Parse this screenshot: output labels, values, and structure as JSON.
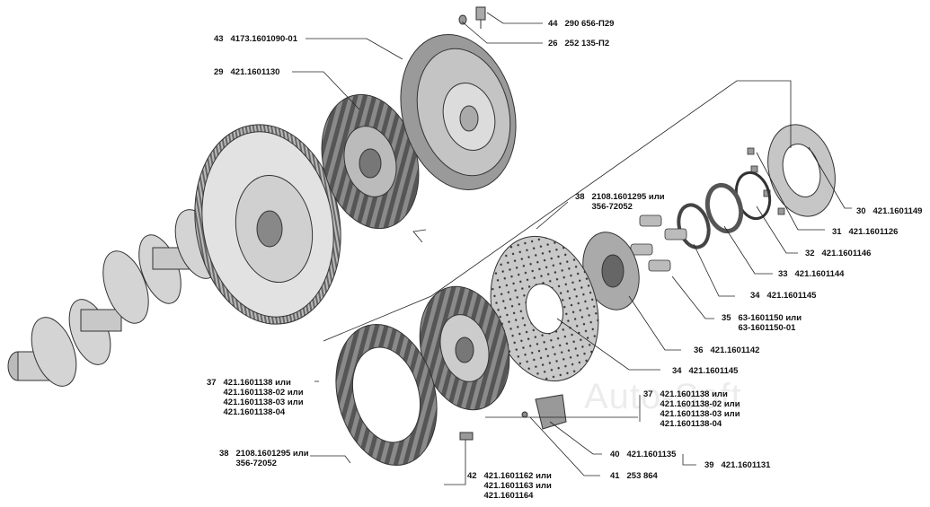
{
  "watermark": "Auto-Soft",
  "callouts": [
    {
      "id": "c44",
      "num": "44",
      "lines": [
        "290 656-П29"
      ]
    },
    {
      "id": "c26",
      "num": "26",
      "lines": [
        "252 135-П2"
      ]
    },
    {
      "id": "c43",
      "num": "43",
      "lines": [
        "4173.1601090-01"
      ]
    },
    {
      "id": "c29",
      "num": "29",
      "lines": [
        "421.1601130"
      ]
    },
    {
      "id": "c30",
      "num": "30",
      "lines": [
        "421.1601149"
      ]
    },
    {
      "id": "c31",
      "num": "31",
      "lines": [
        "421.1601126"
      ]
    },
    {
      "id": "c32",
      "num": "32",
      "lines": [
        "421.1601146"
      ]
    },
    {
      "id": "c33",
      "num": "33",
      "lines": [
        "421.1601144"
      ]
    },
    {
      "id": "c34a",
      "num": "34",
      "lines": [
        "421.1601145"
      ]
    },
    {
      "id": "c35",
      "num": "35",
      "lines": [
        "63-1601150 или",
        "63-1601150-01"
      ]
    },
    {
      "id": "c36",
      "num": "36",
      "lines": [
        "421.1601142"
      ]
    },
    {
      "id": "c34b",
      "num": "34",
      "lines": [
        "421.1601145"
      ]
    },
    {
      "id": "c38a",
      "num": "38",
      "lines": [
        "2108.1601295 или",
        "356-72052"
      ]
    },
    {
      "id": "c37a",
      "num": "37",
      "lines": [
        "421.1601138 или",
        "421.1601138-02 или",
        "421.1601138-03 или",
        "421.1601138-04"
      ]
    },
    {
      "id": "c37b",
      "num": "37",
      "lines": [
        "421.1601138 или",
        "421.1601138-02 или",
        "421.1601138-03 или",
        "421.1601138-04"
      ]
    },
    {
      "id": "c38b",
      "num": "38",
      "lines": [
        "2108.1601295 или",
        "356-72052"
      ]
    },
    {
      "id": "c40",
      "num": "40",
      "lines": [
        "421.1601135"
      ]
    },
    {
      "id": "c39",
      "num": "39",
      "lines": [
        "421.1601131"
      ]
    },
    {
      "id": "c41",
      "num": "41",
      "lines": [
        "253 864"
      ]
    },
    {
      "id": "c42",
      "num": "42",
      "lines": [
        "421.1601162 или",
        "421.1601163 или",
        "421.1601164"
      ]
    }
  ]
}
